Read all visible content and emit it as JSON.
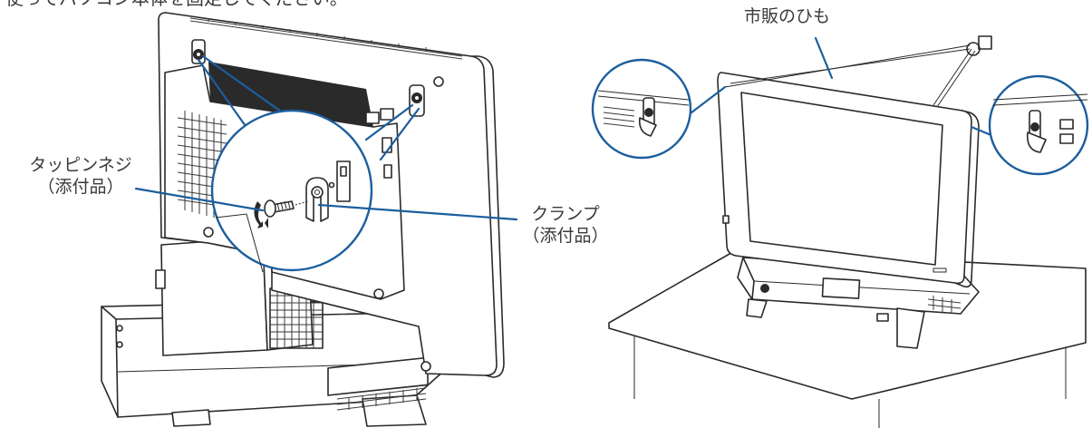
{
  "page": {
    "intro_text_fragment": "使ってパソコン本体を固定してください。"
  },
  "labels": {
    "screw_line1": "タッピンネジ",
    "screw_line2": "（添付品）",
    "clamp_line1": "クランプ",
    "clamp_line2": "（添付品）",
    "string": "市販のひも"
  },
  "colors": {
    "callout_blue": "#1c5e9e",
    "line_art": "#2a2a2a"
  }
}
